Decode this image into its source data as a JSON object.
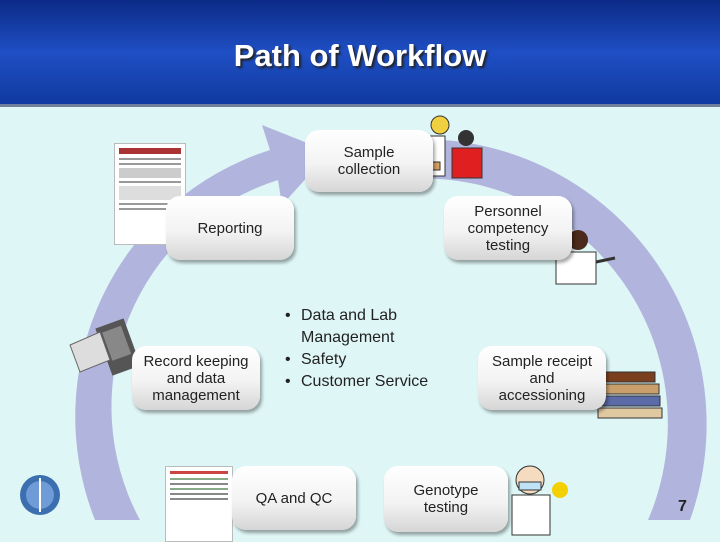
{
  "slide": {
    "title": "Path of Workflow",
    "page_number": "7"
  },
  "nodes": {
    "sample_collection": "Sample\ncollection",
    "personnel_competency": "Personnel\ncompetency\ntesting",
    "sample_receipt": "Sample receipt\nand\naccessioning",
    "genotype_testing": "Genotype\ntesting",
    "qa_qc": "QA and QC",
    "record_keeping": "Record keeping\nand data\nmanagement",
    "reporting": "Reporting"
  },
  "center_items": [
    "Data and Lab Management",
    "Safety",
    "Customer Service"
  ],
  "colors": {
    "header": "#1f4fc4",
    "background": "#dff6f6",
    "cycle_arrow": "#a9a9d8"
  }
}
